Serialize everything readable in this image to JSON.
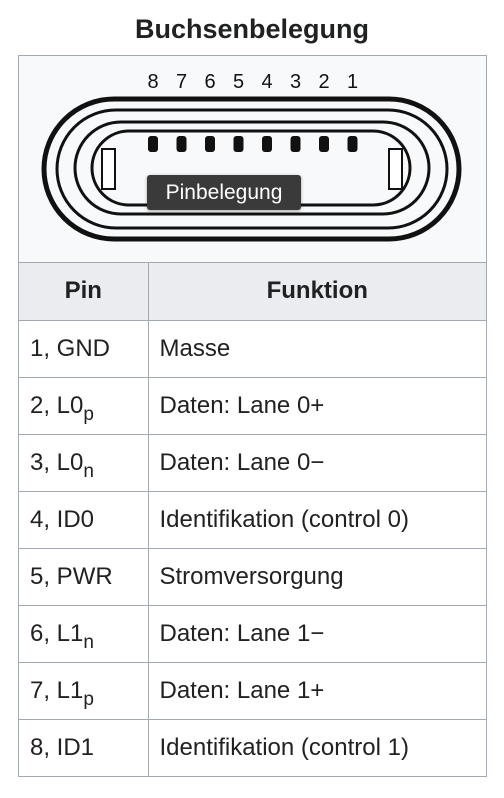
{
  "caption": "Buchsenbelegung",
  "diagram": {
    "pin_numbers": [
      "8",
      "7",
      "6",
      "5",
      "4",
      "3",
      "2",
      "1"
    ],
    "tooltip": "Pinbelegung"
  },
  "table": {
    "headers": [
      "Pin",
      "Funktion"
    ],
    "rows": [
      {
        "pin": "1, GND",
        "sub": "",
        "function": "Masse"
      },
      {
        "pin": "2, L0",
        "sub": "p",
        "function": "Daten: Lane 0+"
      },
      {
        "pin": "3, L0",
        "sub": "n",
        "function": "Daten: Lane 0−"
      },
      {
        "pin": "4, ID0",
        "sub": "",
        "function": "Identifikation (control 0)"
      },
      {
        "pin": "5, PWR",
        "sub": "",
        "function": "Stromversorgung"
      },
      {
        "pin": "6, L1",
        "sub": "n",
        "function": "Daten: Lane 1−"
      },
      {
        "pin": "7, L1",
        "sub": "p",
        "function": "Daten: Lane 1+"
      },
      {
        "pin": "8, ID1",
        "sub": "",
        "function": "Identifikation (control 1)"
      }
    ]
  }
}
